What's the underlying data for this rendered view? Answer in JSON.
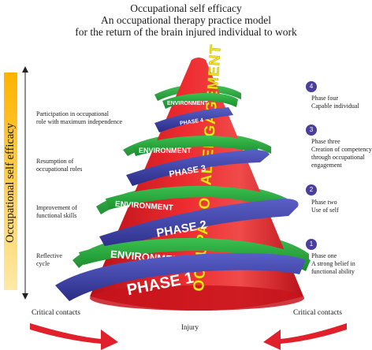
{
  "title": {
    "line1": "Occupational self efficacy",
    "line2": "An occupational therapy practice model",
    "line3": "for the return of the brain injured individual to work"
  },
  "axis_label": "Occupational self efficacy",
  "cone_label": "OCCUPATIONAL ENGAGEMENT",
  "ring_labels": {
    "environment": "ENVIRONMENT",
    "phase1": "PHASE 1",
    "phase2": "PHASE 2",
    "phase3": "PHASE 3",
    "phase4": "PHASE 4"
  },
  "left_stages": [
    {
      "line1": "Participation in occupational",
      "line2": "role with maximum independence"
    },
    {
      "line1": "Resumption of",
      "line2": "occupational roles"
    },
    {
      "line1": "Improvement of",
      "line2": "functional skills"
    },
    {
      "line1": "Reflective",
      "line2": "cycle"
    }
  ],
  "right_phases": [
    {
      "number": "4",
      "lines": [
        "Phase four",
        "Capable individual"
      ]
    },
    {
      "number": "3",
      "lines": [
        "Phase three",
        "Creation of competency",
        "through occupational",
        "engagement"
      ]
    },
    {
      "number": "2",
      "lines": [
        "Phase two",
        "Use of self"
      ]
    },
    {
      "number": "1",
      "lines": [
        "Phase one",
        "A strong belief in",
        "functional ability"
      ]
    }
  ],
  "bottom": {
    "left_label": "Critical contacts",
    "right_label": "Critical contacts",
    "center_label": "Injury"
  },
  "colors": {
    "cone": "#e8202a",
    "ribbon_blue": "#3b3fa6",
    "ribbon_green": "#22a23a",
    "cone_text": "#f2e21a",
    "badge": "#4a3f9a",
    "axis_bar": "#ffb300"
  }
}
